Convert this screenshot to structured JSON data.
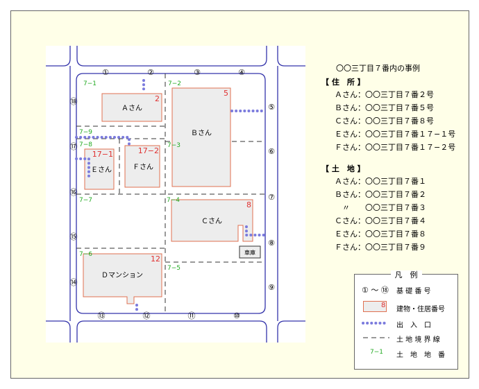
{
  "title": "〇〇三丁目７番内の事例",
  "address": {
    "header": "【 住　所 】",
    "rows": [
      "Ａさん：〇〇三丁目７番２号",
      "Ｂさん：〇〇三丁目７番５号",
      "Ｃさん：〇〇三丁目７番８号",
      "Ｅさん：〇〇三丁目７番１７−１号",
      "Ｆさん：〇〇三丁目７番１７−２号"
    ]
  },
  "land": {
    "header": "【 土　地 】",
    "rows": [
      "Ａさん：〇〇三丁目７番１",
      "Ｂさん：〇〇三丁目７番２",
      "　〃　　〇〇三丁目７番３",
      "Ｃさん：〇〇三丁目７番４",
      "Ｅさん：〇〇三丁目７番８",
      "Ｆさん：〇〇三丁目７番９"
    ]
  },
  "buildings": {
    "a": {
      "name": "Ａさん",
      "num": "2"
    },
    "b": {
      "name": "Ｂさん",
      "num": "5"
    },
    "c": {
      "name": "Ｃさん",
      "num": "8"
    },
    "d": {
      "name": "Ｄマンション",
      "num": "12"
    },
    "e": {
      "name": "Ｅさん",
      "num": "17−1"
    },
    "f": {
      "name": "Ｆさん",
      "num": "17−2"
    },
    "garage": "車庫"
  },
  "base_numbers": [
    "①",
    "②",
    "③",
    "④",
    "⑤",
    "⑥",
    "⑦",
    "⑧",
    "⑨",
    "⑩",
    "⑪",
    "⑫",
    "⑬",
    "⑭",
    "⑮",
    "⑯",
    "⑰",
    "⑱"
  ],
  "lot_numbers": [
    "7−1",
    "7−2",
    "7−3",
    "7−4",
    "7−5",
    "7−6",
    "7−7",
    "7−8",
    "7−9"
  ],
  "legend": {
    "title": "凡　例",
    "base_range": "① 〜 ⑱",
    "base_label": "基 礎 番 号",
    "bldg_num": "8",
    "bldg_label": "建物・住居番号",
    "entrance_label": "出　入　口",
    "boundary_label": "土 地 境 界 線",
    "lot_sample": "7−1",
    "lot_label": "土　地　地　番"
  },
  "colors": {
    "road_line": "#3333aa",
    "building_border": "#e07050",
    "building_fill": "#ededed",
    "entrance": "#7b7bdd",
    "lot_text": "#22aa22",
    "bldg_num": "#e03030"
  }
}
